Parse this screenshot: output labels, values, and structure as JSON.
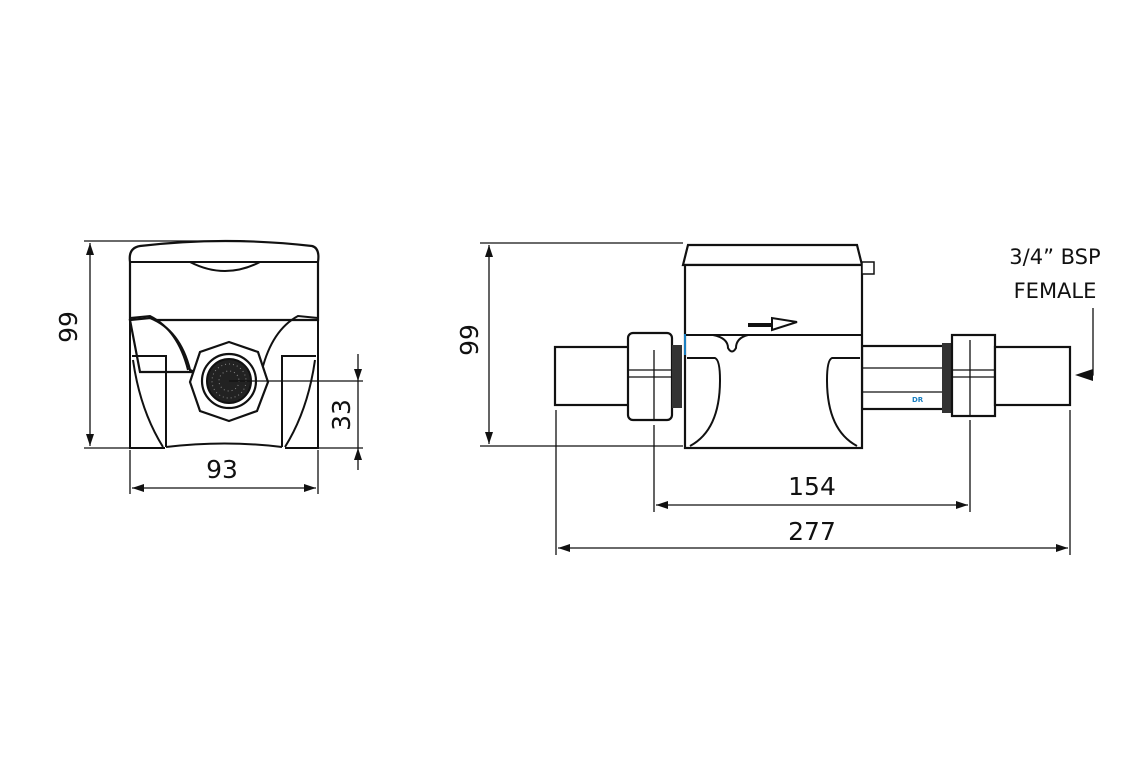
{
  "front_view": {
    "height_dim": "99",
    "width_dim": "93",
    "connector_height_dim": "33"
  },
  "side_view": {
    "height_dim": "99",
    "body_length_dim": "154",
    "overall_length_dim": "277",
    "connection_label_line1": "3/4” BSP",
    "connection_label_line2": "FEMALE",
    "logo_text": "DR"
  },
  "colors": {
    "line": "#111111",
    "accent": "#1a7fc1"
  }
}
